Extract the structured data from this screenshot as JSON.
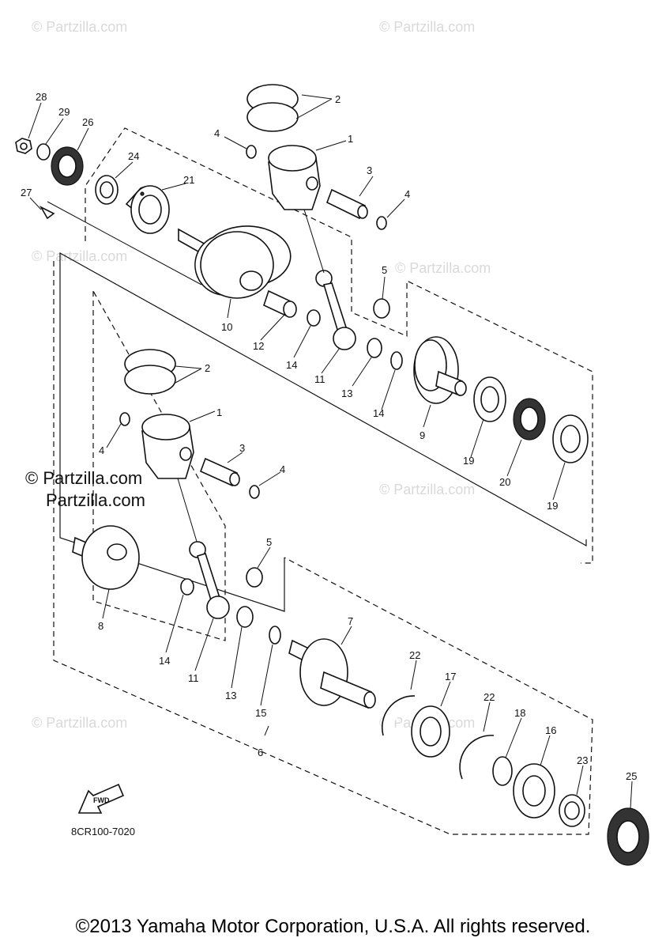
{
  "watermark": "© Partzilla.com",
  "copyright": "©2013 Yamaha Motor Corporation, U.S.A. All rights reserved.",
  "drawing_code": "8CR100-7020",
  "fwd_label": "FWD",
  "callouts": [
    "28",
    "29",
    "26",
    "24",
    "21",
    "27",
    "10",
    "12",
    "2",
    "4",
    "1",
    "3",
    "4",
    "5",
    "14",
    "11",
    "13",
    "14",
    "9",
    "19",
    "20",
    "19",
    "2",
    "1",
    "4",
    "3",
    "4",
    "5",
    "8",
    "14",
    "11",
    "13",
    "15",
    "7",
    "22",
    "17",
    "22",
    "18",
    "16",
    "23",
    "25",
    "6"
  ]
}
